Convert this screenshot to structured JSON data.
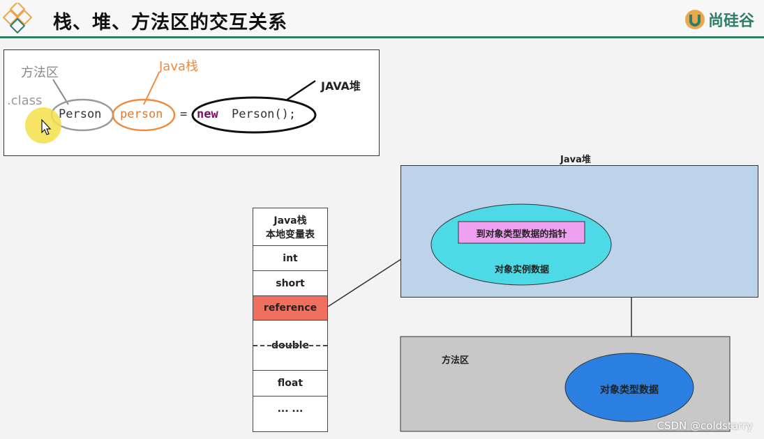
{
  "header": {
    "title": "栈、堆、方法区的交互关系",
    "brand": "尚硅谷"
  },
  "code_panel": {
    "label_method_area": "方法区",
    "label_class": ".class",
    "label_java_stack": "Java栈",
    "label_java_heap": "JAVA堆",
    "code_type": "Person",
    "code_var": "person",
    "code_eq": "=",
    "code_new": "new",
    "code_ctor": "Person();"
  },
  "stack": {
    "title_line1": "Java栈",
    "title_line2": "本地变量表",
    "cells": [
      "int",
      "short",
      "reference",
      "double",
      "float",
      "... ..."
    ]
  },
  "heap": {
    "label": "Java堆",
    "pointer_label": "到对象类型数据的指针",
    "instance_label": "对象实例数据"
  },
  "method_area": {
    "label": "方法区",
    "type_data_label": "对象类型数据"
  },
  "watermark": "CSDN @coldstarry",
  "colors": {
    "accent_green": "#2e7d68",
    "java_stack_orange": "#f08a3c",
    "reference_red": "#f07060",
    "heap_blue": "#bcd3ea",
    "instance_cyan": "#4dd9e6",
    "pointer_pink": "#f0a0f0",
    "type_data_blue": "#2a7fe0"
  }
}
